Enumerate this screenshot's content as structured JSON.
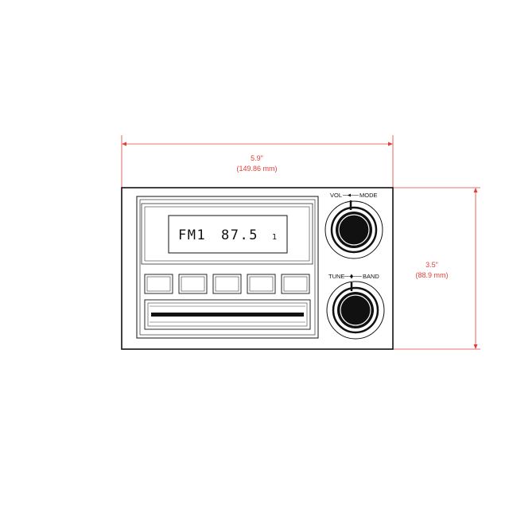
{
  "dimensions": {
    "width": {
      "inches": "5.9\"",
      "mm": "(149.86 mm)"
    },
    "height": {
      "inches": "3.5\"",
      "mm": "(88.9 mm)"
    }
  },
  "display": {
    "band": "FM1",
    "frequency": "87.5",
    "preset": "1"
  },
  "knobs": {
    "upper": {
      "left_label": "VOL",
      "right_label": "MODE"
    },
    "lower": {
      "left_label": "TUNE",
      "right_label": "BAND"
    }
  },
  "preset_buttons": 5,
  "colors": {
    "dimension": "#e0403a",
    "outline": "#111111"
  }
}
